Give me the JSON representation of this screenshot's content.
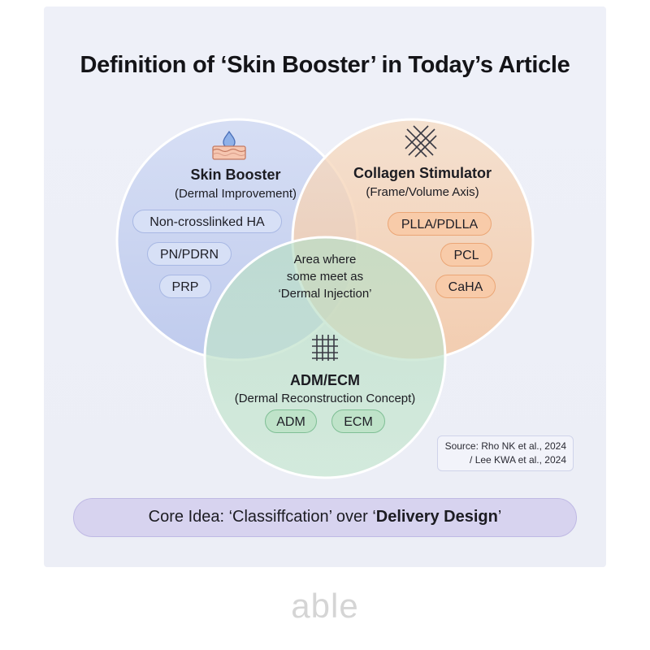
{
  "title": "Definition of ‘Skin Booster’ in Today’s Article",
  "circles": {
    "skin_booster": {
      "heading": "Skin Booster",
      "subheading": "(Dermal Improvement)",
      "items": [
        "Non-crosslinked HA",
        "PN/PDRN",
        "PRP"
      ],
      "icon": "skin-drop-icon",
      "fill": "#c9d4f0",
      "stroke": "#ffffff"
    },
    "collagen_stimulator": {
      "heading": "Collagen Stimulator",
      "subheading": "(Frame/Volume Axis)",
      "items": [
        "PLLA/PDLLA",
        "PCL",
        "CaHA"
      ],
      "icon": "mesh-scaffold-icon",
      "fill": "#f7d3b6"
    },
    "adm_ecm": {
      "heading": "ADM/ECM",
      "subheading": "(Dermal Reconstruction Concept)",
      "items": [
        "ADM",
        "ECM"
      ],
      "icon": "grid-matrix-icon",
      "fill": "#c9e8d2"
    }
  },
  "overlap_text": [
    "Area where",
    "some meet as",
    "‘Dermal Injection’"
  ],
  "source": [
    "Source: Rho NK et al., 2024",
    "/ Lee KWA et al., 2024"
  ],
  "core_idea": {
    "prefix": "Core Idea: ‘Classiffcation’ over ‘",
    "emphasis": "Delivery Design",
    "suffix": "’"
  },
  "brand": "able"
}
